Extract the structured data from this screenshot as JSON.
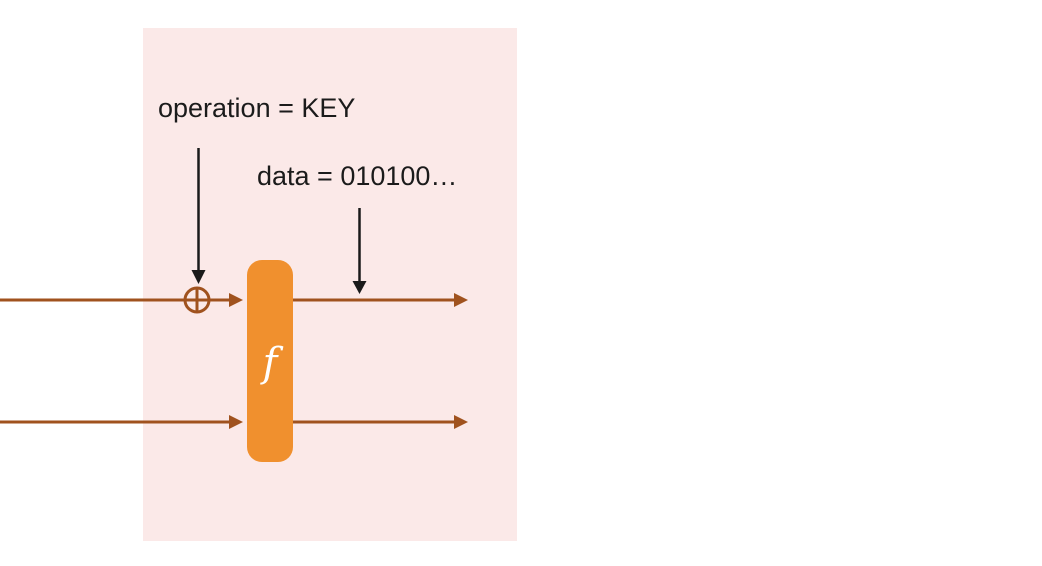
{
  "diagram": {
    "labels": {
      "operation": "operation = KEY",
      "data": "data = 010100…",
      "function": "f"
    },
    "icons": {
      "xor": "⊕"
    },
    "colors": {
      "page_background": "#ffffff",
      "panel_background": "#fbe9e8",
      "wire_brown": "#a0521e",
      "function_box_orange": "#f0902e",
      "function_text_white": "#ffffff",
      "annotation_arrow_black": "#1a1a1a",
      "label_text": "#1b1b1b"
    }
  }
}
